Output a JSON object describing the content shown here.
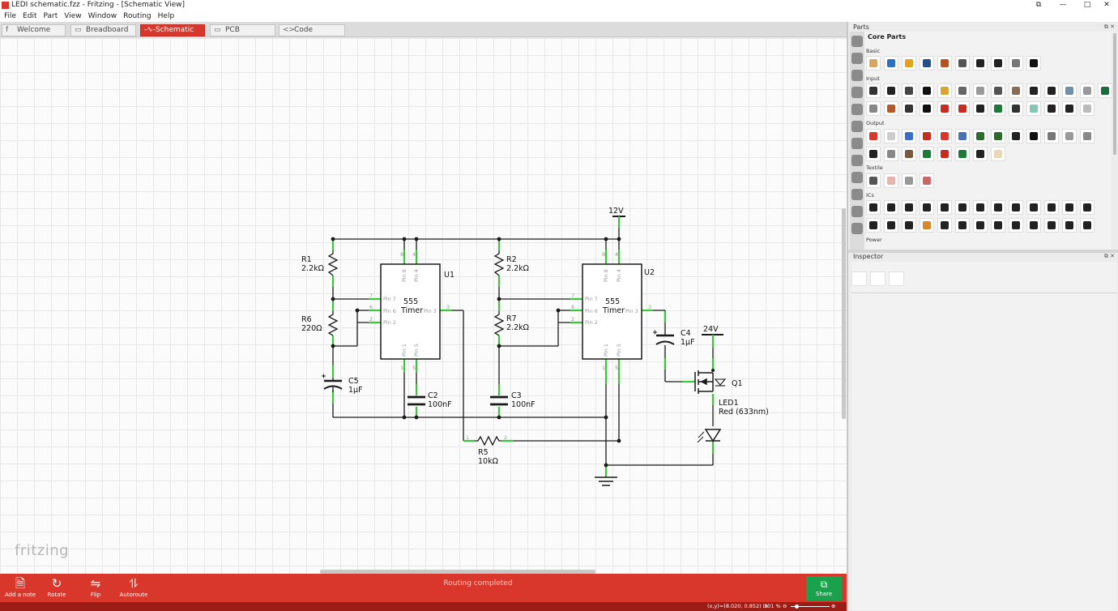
{
  "window": {
    "title": "LEDI schematic.fzz - Fritzing - [Schematic View]",
    "controls": [
      "⧉",
      "—",
      "□",
      "✕"
    ]
  },
  "menu": [
    "File",
    "Edit",
    "Part",
    "View",
    "Window",
    "Routing",
    "Help"
  ],
  "tabs": [
    {
      "label": "Welcome",
      "icon": "fritzing-icon",
      "glyph": "f"
    },
    {
      "label": "Breadboard",
      "icon": "breadboard-icon",
      "glyph": "▭"
    },
    {
      "label": "Schematic",
      "icon": "schematic-icon",
      "glyph": "-∿-",
      "active": true
    },
    {
      "label": "PCB",
      "icon": "pcb-icon",
      "glyph": "▭"
    },
    {
      "label": "Code",
      "icon": "code-icon",
      "glyph": "<>"
    }
  ],
  "schematic": {
    "chips": [
      {
        "ref": "U1",
        "line1": "555",
        "line2": "Timer",
        "pins": [
          "Pin 8",
          "Pin 4",
          "Pin 7",
          "Pin 6",
          "Pin 2",
          "Pin 3",
          "Pin 1",
          "Pin 5"
        ]
      },
      {
        "ref": "U2",
        "line1": "555",
        "line2": "Timer",
        "pins": [
          "Pin 8",
          "Pin 4",
          "Pin 7",
          "Pin 6",
          "Pin 2",
          "Pin 3",
          "Pin 1",
          "Pin 5"
        ]
      }
    ],
    "resistors": [
      {
        "ref": "R1",
        "value": "2.2kΩ"
      },
      {
        "ref": "R6",
        "value": "220Ω"
      },
      {
        "ref": "R2",
        "value": "2.2kΩ"
      },
      {
        "ref": "R7",
        "value": "2.2kΩ"
      },
      {
        "ref": "R5",
        "value": "10kΩ"
      }
    ],
    "capacitors": [
      {
        "ref": "C5",
        "value": "1µF"
      },
      {
        "ref": "C2",
        "value": "100nF"
      },
      {
        "ref": "C3",
        "value": "100nF"
      },
      {
        "ref": "C4",
        "value": "1µF"
      }
    ],
    "power": [
      {
        "label": "12V"
      },
      {
        "label": "24V"
      }
    ],
    "transistor": {
      "ref": "Q1"
    },
    "led": {
      "ref": "LED1",
      "value": "Red (633nm)"
    },
    "pin_numbers": {
      "p8": "8",
      "p4": "4",
      "p7": "7",
      "p6": "6",
      "p2": "2",
      "p3": "3",
      "p1": "1",
      "p5": "5",
      "r1": "1",
      "r2": "2"
    }
  },
  "watermark": "fritzing",
  "toolbar": {
    "tools": [
      {
        "label": "Add a note",
        "icon": "note-icon",
        "glyph": "🗎"
      },
      {
        "label": "Rotate",
        "icon": "rotate-icon",
        "glyph": "↻"
      },
      {
        "label": "Flip",
        "icon": "flip-icon",
        "glyph": "⇋"
      },
      {
        "label": "Autoroute",
        "icon": "autoroute-icon",
        "glyph": "⥮"
      }
    ],
    "status": "Routing completed",
    "share_label": "Share"
  },
  "statusbar": {
    "coords": "(x,y)=(8.020, 0.852) in",
    "zoom": "301 %",
    "zoom_out": "⊖",
    "zoom_in": "⊕"
  },
  "parts": {
    "dock_title": "Parts",
    "bin_title": "Core Parts",
    "categories": [
      "Basic",
      "Input",
      "Output",
      "Textile",
      "ICs",
      "Power"
    ]
  },
  "inspector": {
    "title": "Inspector"
  },
  "colors": {
    "accent": "#d9372b",
    "share": "#1aa14b",
    "pin_green": "#3cc63c",
    "wire": "#1a1a1a"
  }
}
